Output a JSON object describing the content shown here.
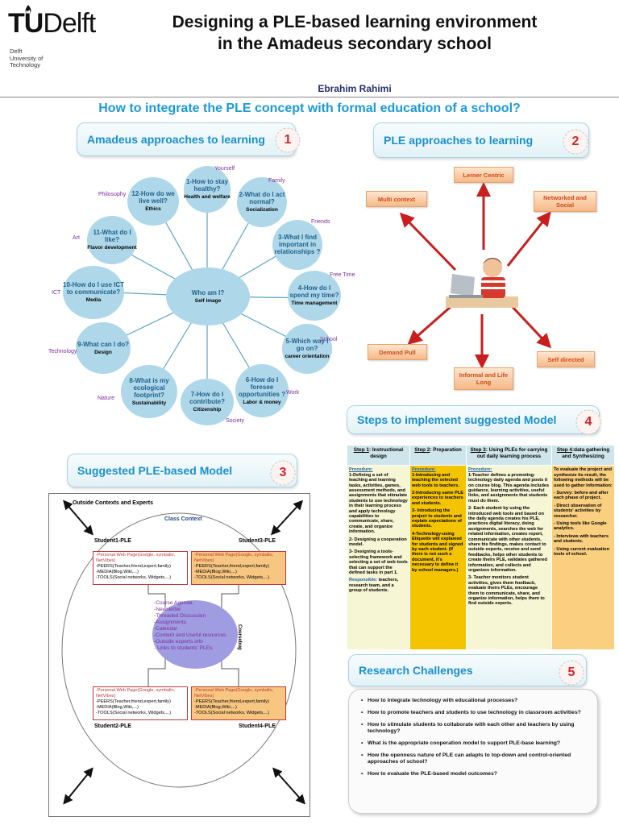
{
  "header": {
    "logo_tu": "TU",
    "logo_delft": "Delft",
    "logo_sub": [
      "Delft",
      "University of",
      "Technology"
    ],
    "title_line1": "Designing a PLE-based learning environment",
    "title_line2": "in the Amadeus secondary school",
    "author": "Ebrahim Rahimi",
    "question": "How to integrate the PLE concept with formal education of a school?"
  },
  "colors": {
    "accent_blue": "#1a9ad9",
    "badge_red": "#d0262b",
    "bubble": "#aed8ea",
    "label_purple": "#7a2f9a",
    "arrow_red": "#c81e1e"
  },
  "section1": {
    "header": "Amadeus approaches to learning",
    "badge": "1",
    "center": {
      "q": "Who am I?",
      "s": "Self image"
    },
    "bubbles": [
      {
        "q": "1-How to stay healthy?",
        "s": "Health and welfare",
        "label": "Yourself"
      },
      {
        "q": "2-What do I act normal?",
        "s": "Socialization",
        "label": "Family"
      },
      {
        "q": "3-What I find important in relationships ?",
        "s": "",
        "label": "Friends"
      },
      {
        "q": "4-How do I spend my time?",
        "s": "Time management",
        "label": "Free Time"
      },
      {
        "q": "5-Which way I go on?",
        "s": "career orientation",
        "label": "School"
      },
      {
        "q": "6-How do I foresee opportunities ?",
        "s": "Labor & money",
        "label": "Work"
      },
      {
        "q": "7-How do I contribute?",
        "s": "Citizenship",
        "label": "Society"
      },
      {
        "q": "8-What is my ecological footprint?",
        "s": "Sustainability",
        "label": "Nature"
      },
      {
        "q": "9-What can I do?",
        "s": "Design",
        "label": "Technology"
      },
      {
        "q": "10-How do I use ICT to communicate?",
        "s": "Media",
        "label": "ICT"
      },
      {
        "q": "11-What do I like?",
        "s": "Flavor development",
        "label": "Art"
      },
      {
        "q": "12-How do we live well?",
        "s": "Ethics",
        "label": "Philosophy"
      }
    ]
  },
  "section2": {
    "header": "PLE approaches to learning",
    "badge": "2",
    "boxes": [
      "Lerner Centric",
      "Networked and Social",
      "Self directed",
      "Informal and Life Long",
      "Demand Pull",
      "Multi context"
    ]
  },
  "section3": {
    "header": "Suggested PLE-based Model",
    "badge": "3",
    "outside": "Outside Contexts and Experts",
    "class_context": "Class Context",
    "coursebug": "Coursebug",
    "students": [
      {
        "name": "Student1-PLE",
        "style": "white"
      },
      {
        "name": "Student3-PLE",
        "style": "orange"
      },
      {
        "name": "Student2-PLE",
        "style": "orange"
      },
      {
        "name": "Student4-PLE",
        "style": "orange"
      }
    ],
    "student_lines": [
      "-Personal Web Page(Google, symballo, NetVibes)",
      "-PEERS(Teacher,friend,expert,family)",
      "-MEDIA(Blog,Wiki,...)",
      "-TOOLS(Social networks, Widgets,...)"
    ],
    "center_items": [
      "-Course Agenda",
      "-Newsletter",
      "-Threaded Discussion",
      "-Assignments",
      "-Calendar",
      "-Content and Useful resources",
      "-Outside experts info",
      "- Links to students' PLEs"
    ]
  },
  "section4": {
    "header": "Steps to implement suggested Model",
    "badge": "4",
    "columns": [
      {
        "step": "Step 1",
        "title": ": Instructional design"
      },
      {
        "step": "Step 2",
        "title": ": Preparation"
      },
      {
        "step": "Step 3",
        "title": ": Using PLEs for carrying out daily learning process"
      },
      {
        "step": "Step 4",
        "title": ":data gathering and Synthesizing"
      }
    ],
    "proc": "Procedure:",
    "col1": [
      "1-Defining a set of teaching and learning tasks, activities, games, assessment methods, and assignments that stimulate students to use technology in their learning process and apply technology capabilities to communicate, share, create, and organize information.",
      "2- Designing a cooperation model.",
      "3- Designing a tools-selecting framework and selecting a set of web tools that can support the defined tasks in part 1."
    ],
    "col1_resp_label": "Responsible:",
    "col1_resp": " teachers, research team, and a group of students.",
    "col2": [
      "1-Introducing and teaching the selected web tools to teachers.",
      "2-Introducing same PLE experiences to teachers and students.",
      "3- Introducing the project to students and explain expectations of students.",
      "4-Technology-using Etiquette will explained for students and signed by each student. (If there is not such a document, it's necessary to define it by school managers.)"
    ],
    "col3": [
      "1-Teacher defines a promoting-technology daily agenda and posts it on course blog. This agenda includes guidance, learning activities, useful links, and assignments that students must do them.",
      "2- Each student by using the introduced web tools and based on the daily agenda creates his PLE, practices digital literacy, doing assignments, searches the web for related information, creates report, communicate with other students, share his findings, makes contact to outside experts, receive and send feedbacks, helps other students to create theirs PLE, validates gathered information, and collects and organizes information.",
      "3- Teacher monitors student activities, gives them feedback, evaluate theirs PLEs, encourage them to communicate, share, and organize information, helps them to find outside experts."
    ],
    "col4": [
      "To evaluate the project and synthesize its result, the following methods will be used to gather information:",
      "-   Survey: before and after each phase of project.",
      "-   Direct observation of students' activities by researcher.",
      "-   Using tools like Google analytics.",
      "-   Interviews with teachers and students.",
      "-   Using current evaluation tools of school."
    ]
  },
  "section5": {
    "header": "Research Challenges",
    "badge": "5",
    "items": [
      "How to integrate technology with educational processes?",
      "How to promote teachers and students to use technology in classroom activities?",
      "How to stimulate students to collaborate with each other and teachers by using technology?",
      "What is the appropriate cooperation model to support PLE-base learning?",
      "How the openness nature of PLE can adapts to top-down and control-oriented approaches of school?",
      "How to evaluate the PLE-based model outcomes?"
    ]
  }
}
